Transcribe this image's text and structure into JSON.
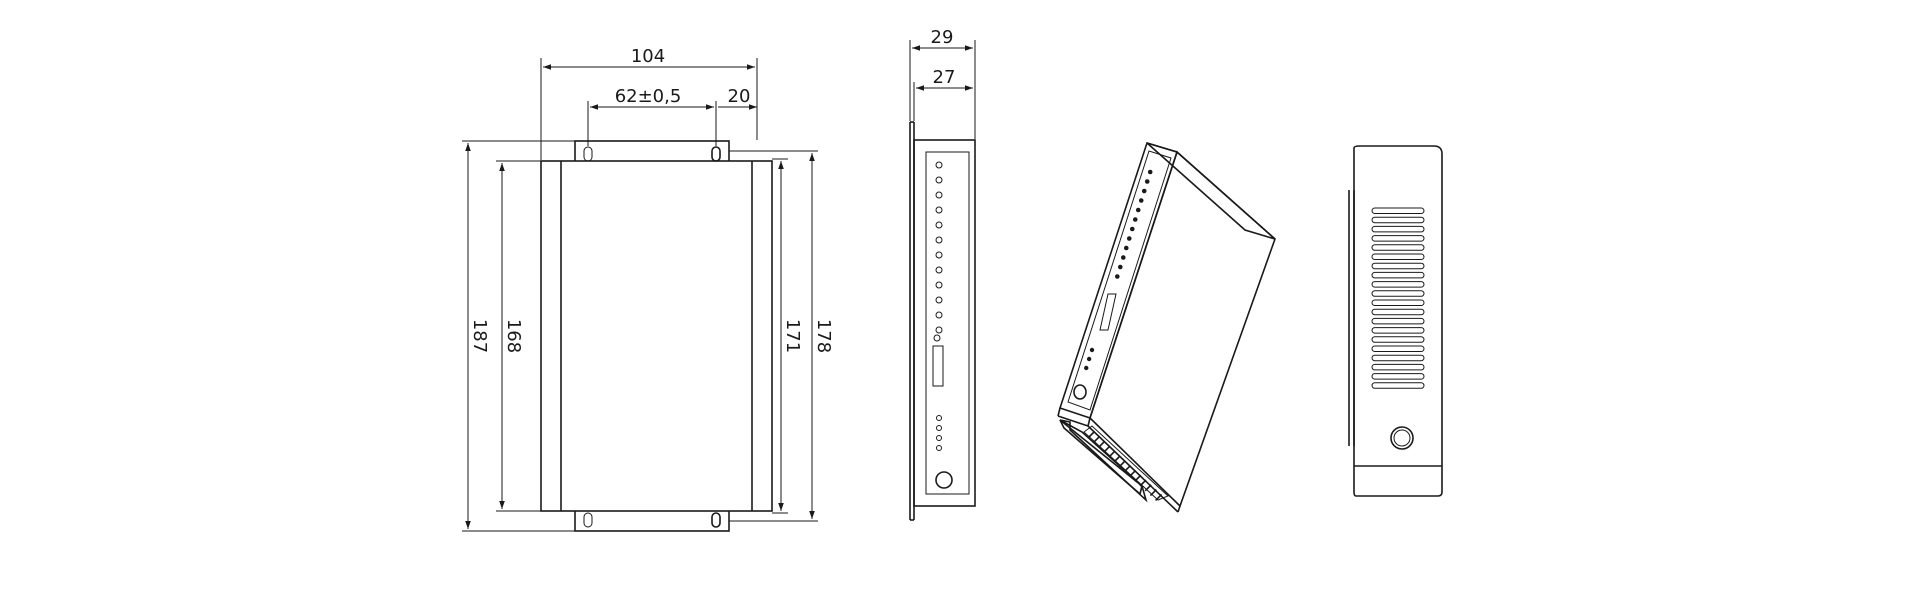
{
  "front_view": {
    "width_overall": "104",
    "hole_spacing": "62±0,5",
    "hole_offset": "20",
    "height_overall": "187",
    "height_inner": "168",
    "height_body": "171",
    "height_flange": "178"
  },
  "side_view": {
    "depth_overall": "29",
    "depth_body": "27"
  },
  "colors": {
    "line": "#1a1a1a",
    "background": "#ffffff"
  }
}
